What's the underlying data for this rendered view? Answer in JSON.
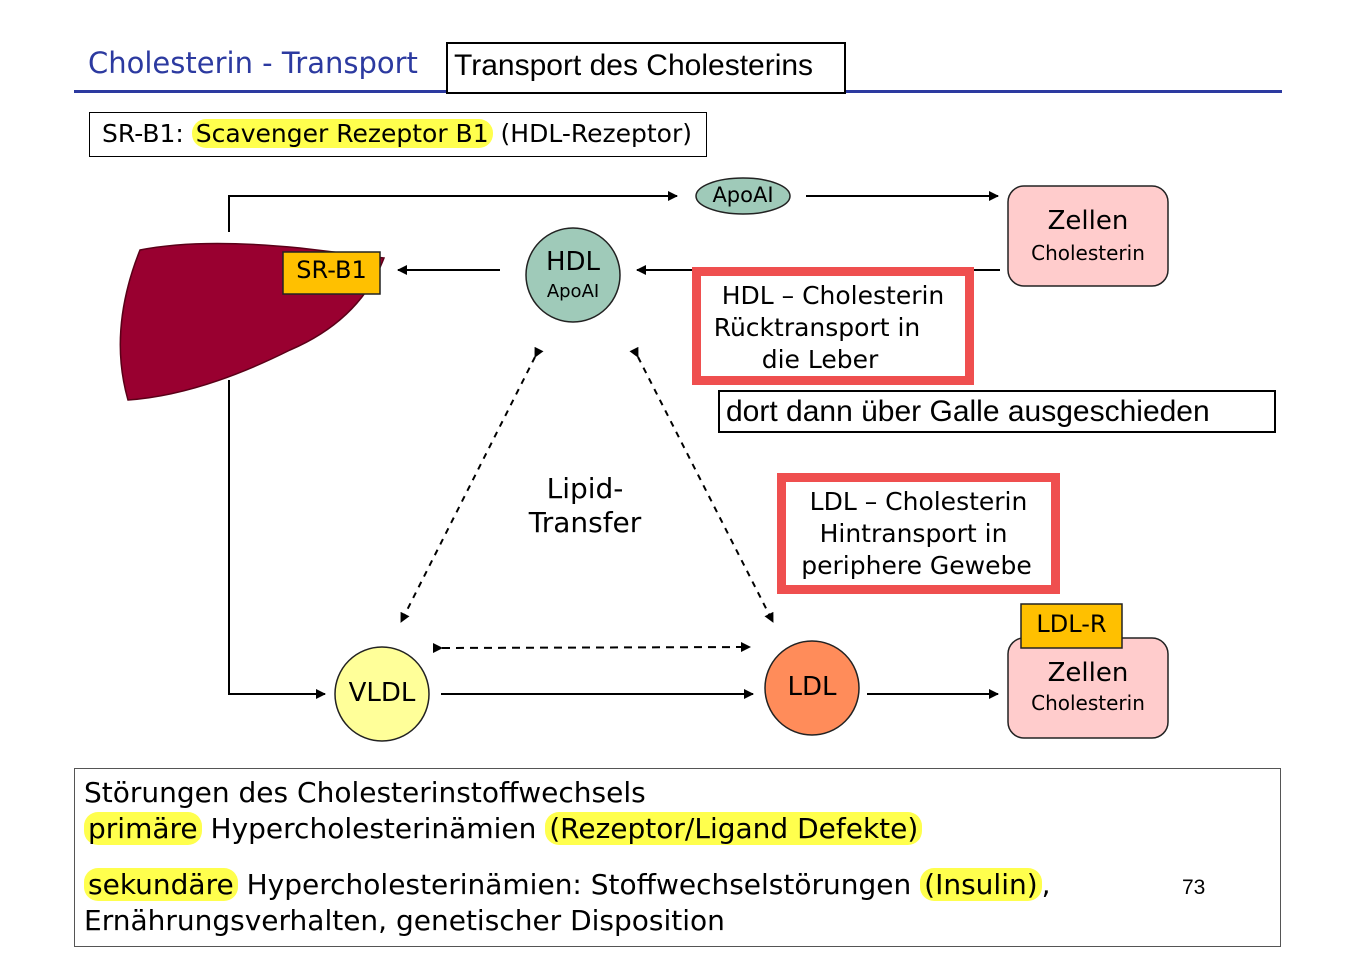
{
  "header": {
    "section_title": "Cholesterin - Transport",
    "slide_title": "Transport des Cholesterins"
  },
  "srb1_note": {
    "prefix": "SR-B1: ",
    "highlight": "Scavenger Rezeptor B1",
    "suffix": " (HDL-Rezeptor)"
  },
  "diagram": {
    "liver_receptor": "SR-B1",
    "apoai_label": "ApoAI",
    "hdl": {
      "name": "HDL",
      "sub": "ApoAI"
    },
    "cells_top": {
      "title": "Zellen",
      "sub": "Cholesterin"
    },
    "cells_bottom": {
      "title": "Zellen",
      "sub": "Cholesterin"
    },
    "ldl_receptor": "LDL-R",
    "vldl": "VLDL",
    "ldl": "LDL",
    "lipid_transfer": [
      "Lipid-",
      "Transfer"
    ],
    "hdl_box": [
      "HDL – Cholesterin",
      "Rücktransport in",
      "die Leber"
    ],
    "ldl_box": [
      "LDL – Cholesterin",
      "Hintransport in",
      "periphere Gewebe"
    ],
    "galle_note": "dort dann über Galle ausgeschieden"
  },
  "colors": {
    "title_blue": "#2c3aa0",
    "liver": "#990030",
    "receptor_orange": "#ffc000",
    "hdl_green": "#9fcab9",
    "cells_pink": "#ffcccc",
    "vldl_yellow": "#ffff99",
    "ldl_orange": "#ff8c5a",
    "highlight_yellow": "#ffff4d",
    "red_border": "#ef4f4f"
  },
  "footer": {
    "line1": "Störungen des Cholesterinstoffwechsels",
    "line2": {
      "highlight1": "primäre",
      "text1": " Hypercholesterinämien ",
      "highlight2": "(Rezeptor/Ligand Defekte)"
    },
    "line3": {
      "highlight1": "sekundäre",
      "text1": " Hypercholesterinämien: Stoffwechselstörungen ",
      "highlight2": "(Insulin)",
      "text2": ","
    },
    "line4": "Ernährungsverhalten, genetischer Disposition",
    "page_number": "73"
  }
}
